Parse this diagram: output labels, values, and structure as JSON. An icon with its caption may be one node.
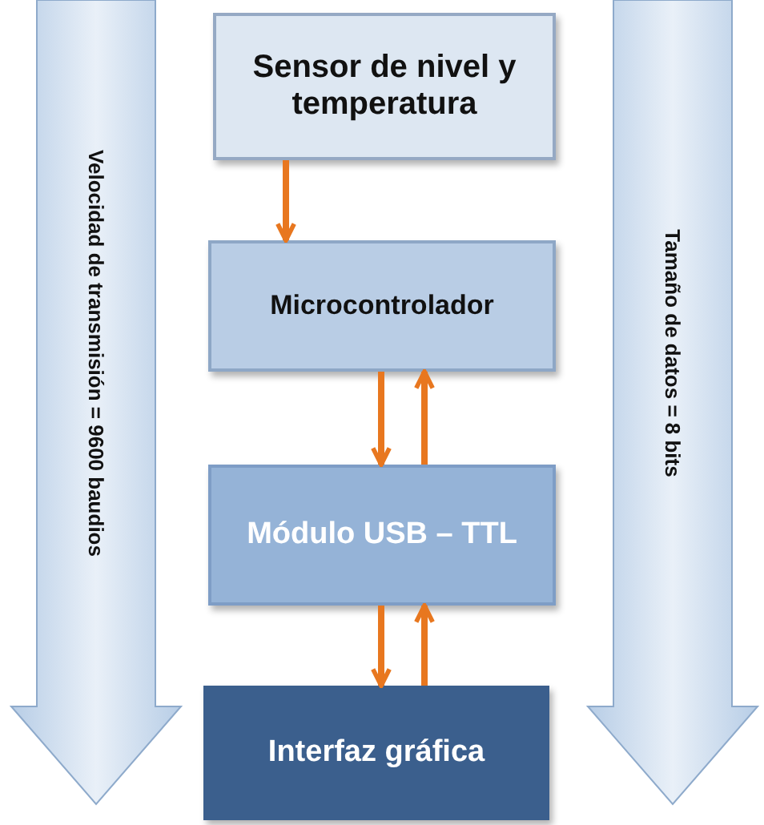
{
  "diagram": {
    "nodes": [
      {
        "text": [
          "Sensor de nivel y temperatura"
        ]
      },
      {
        "text": [
          "Microcontrolador"
        ]
      },
      {
        "text": [
          "Módulo USB – TTL"
        ]
      },
      {
        "text": [
          "Interfaz gráfica"
        ]
      },
      {
        "text": [
          "Velocidad de transmisión = 9600 baudios"
        ]
      },
      {
        "text": [
          "Tamaño de datos = 8 bits"
        ]
      }
    ],
    "edges": [
      {
        "from": 0,
        "to": 1,
        "arrow": "to"
      },
      {
        "from": 1,
        "to": 2,
        "arrow": "to"
      },
      {
        "from": 2,
        "to": 1,
        "arrow": "to"
      },
      {
        "from": 2,
        "to": 3,
        "arrow": "to"
      },
      {
        "from": 3,
        "to": 2,
        "arrow": "to"
      }
    ]
  }
}
